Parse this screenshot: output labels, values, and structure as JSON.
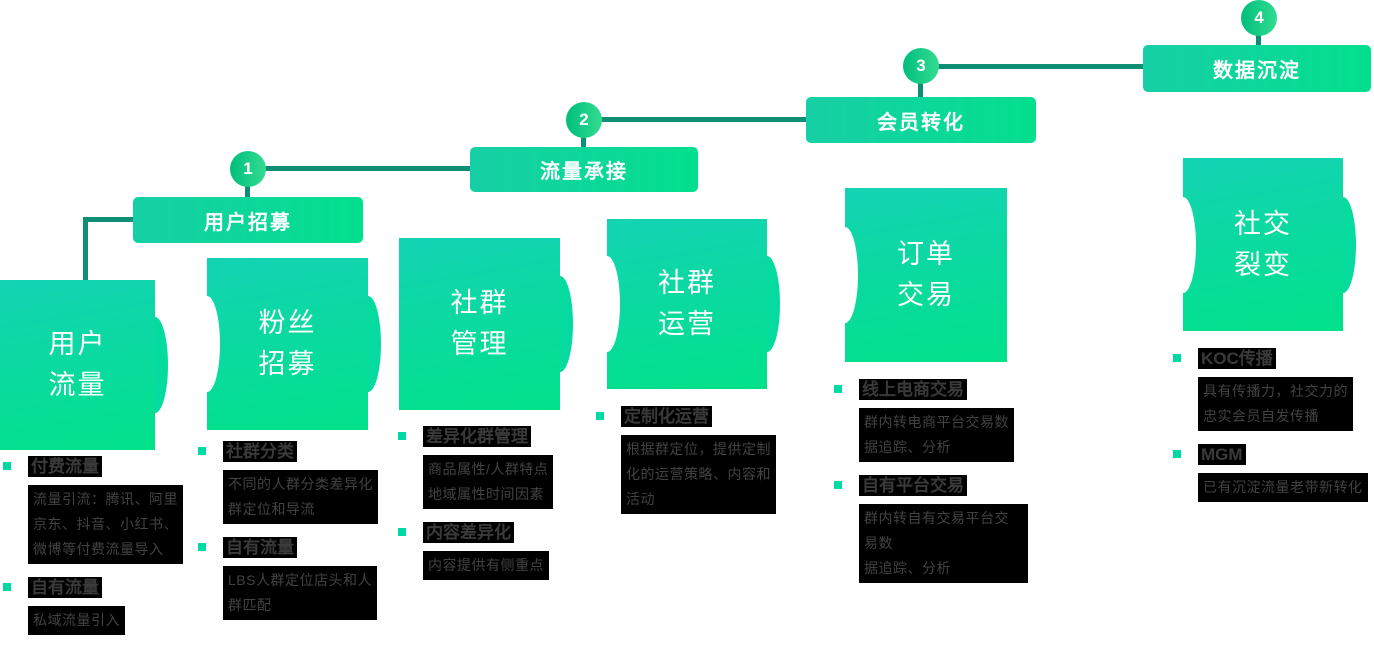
{
  "title": "私域社群运营转化链路图",
  "colors": {
    "accent_teal": "#14D3B4",
    "accent_green": "#00E189",
    "connector_line": "#0E8E74",
    "bullet_marker": "#00D9A3",
    "text_dark": "#3A3A3A",
    "highlight_box": "#000000",
    "circle_dark": "#00BE7C",
    "circle_light": "#33DC91"
  },
  "stages": [
    {
      "number": "1",
      "label": "用户招募"
    },
    {
      "number": "2",
      "label": "流量承接"
    },
    {
      "number": "3",
      "label": "会员转化"
    },
    {
      "number": "4",
      "label": "数据沉淀"
    }
  ],
  "columns": [
    {
      "block_label": "用户\n流量",
      "bullets": [
        {
          "title": "付费流量",
          "desc": "流量引流：腾讯、阿里\n京东、抖音、小红书、\n微博等付费流量导入"
        },
        {
          "title": "自有流量",
          "desc": "私域流量引入"
        }
      ]
    },
    {
      "block_label": "粉丝\n招募",
      "bullets": [
        {
          "title": "社群分类",
          "desc": "不同的人群分类差异化\n群定位和导流"
        },
        {
          "title": "自有流量",
          "desc": "LBS人群定位店头和人\n群匹配"
        }
      ]
    },
    {
      "block_label": "社群\n管理",
      "bullets": [
        {
          "title": "差异化群管理",
          "desc": "商品属性/人群特点\n地域属性时间因素"
        },
        {
          "title": "内容差异化",
          "desc": "内容提供有侧重点"
        }
      ]
    },
    {
      "block_label": "社群\n运营",
      "bullets": [
        {
          "title": "定制化运营",
          "desc": "根据群定位，提供定制\n化的运营策略、内容和\n活动"
        }
      ]
    },
    {
      "block_label": "订单\n交易",
      "bullets": [
        {
          "title": "线上电商交易",
          "desc": "群内转电商平台交易数\n据追踪、分析"
        },
        {
          "title": "自有平台交易",
          "desc": "群内转自有交易平台交易数\n据追踪、分析"
        }
      ]
    },
    {
      "block_label": "社交\n裂变",
      "bullets": [
        {
          "title": "KOC传播",
          "desc": "具有传播力，社交力的\n忠实会员自发传播"
        },
        {
          "title": "MGM",
          "desc": "已有沉淀流量老带新转化"
        }
      ]
    }
  ]
}
